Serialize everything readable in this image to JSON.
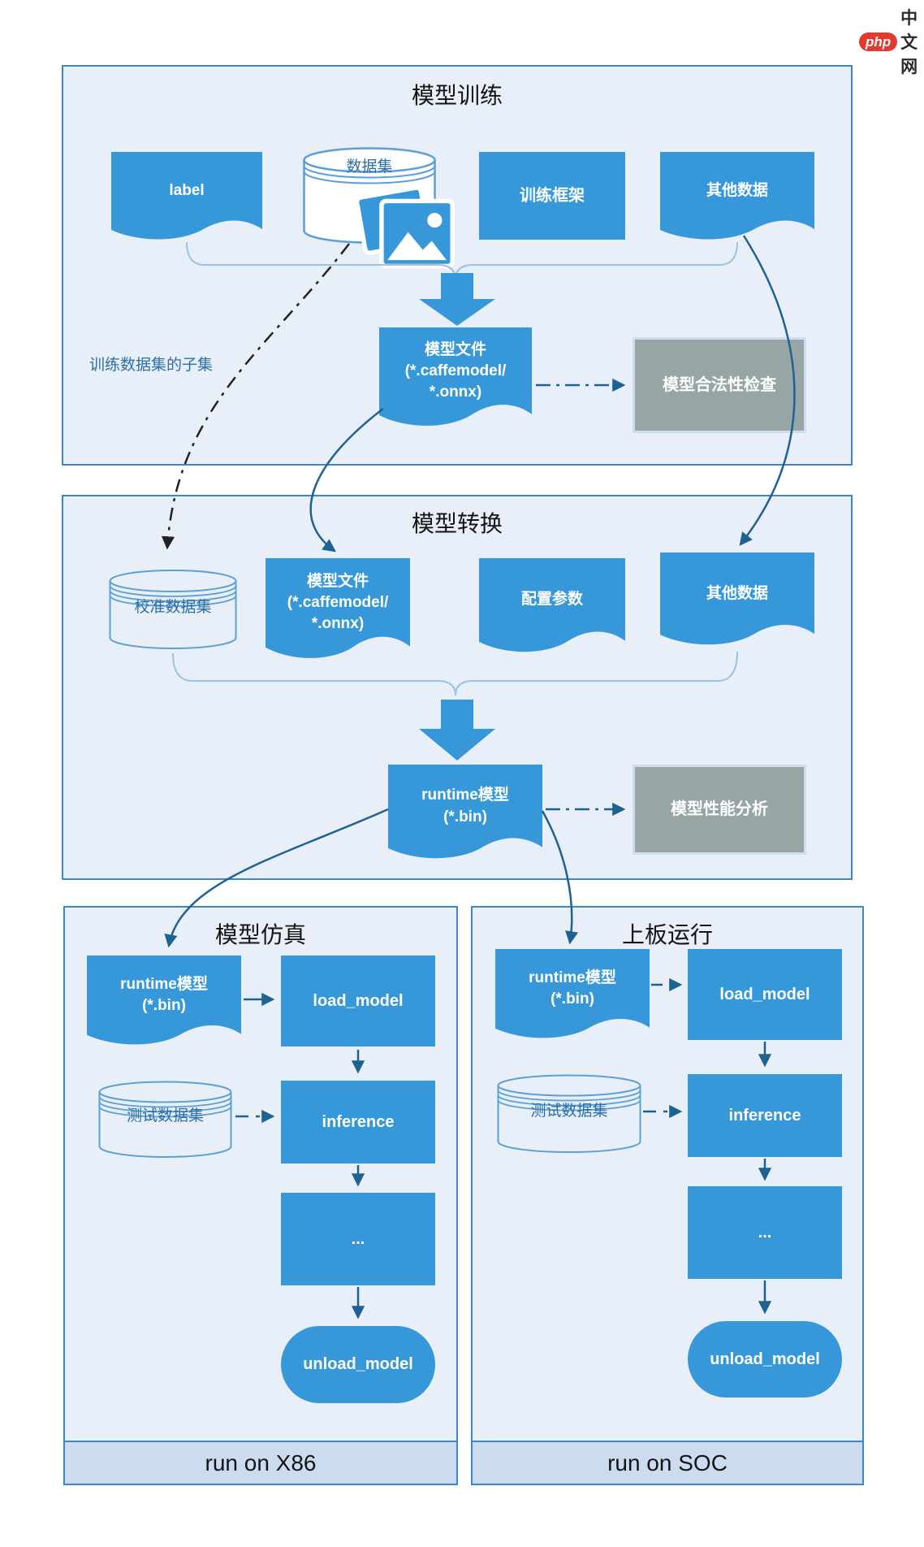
{
  "logo": {
    "badge_text": "php",
    "site_text": "中文网"
  },
  "training": {
    "title": "模型训练",
    "label_doc": "label",
    "dataset": "数据集",
    "framework": "训练框架",
    "other_data": "其他数据",
    "model_file": "模型文件\n(*.caffemodel/\n*.onnx)",
    "validity_check": "模型合法性检查",
    "subset_note": "训练数据集的子集"
  },
  "conversion": {
    "title": "模型转换",
    "calibration_dataset": "校准数据集",
    "model_file": "模型文件\n(*.caffemodel/\n*.onnx)",
    "config_params": "配置参数",
    "other_data": "其他数据",
    "runtime_model": "runtime模型\n(*.bin)",
    "performance_analysis": "模型性能分析"
  },
  "simulation": {
    "title": "模型仿真",
    "runtime_model": "runtime模型\n(*.bin)",
    "load_model": "load_model",
    "test_dataset": "测试数据集",
    "inference": "inference",
    "more": "...",
    "unload_model": "unload_model",
    "footer": "run on X86"
  },
  "board": {
    "title": "上板运行",
    "runtime_model": "runtime模型\n(*.bin)",
    "load_model": "load_model",
    "test_dataset": "测试数据集",
    "inference": "inference",
    "more": "...",
    "unload_model": "unload_model",
    "footer": "run on SOC"
  }
}
